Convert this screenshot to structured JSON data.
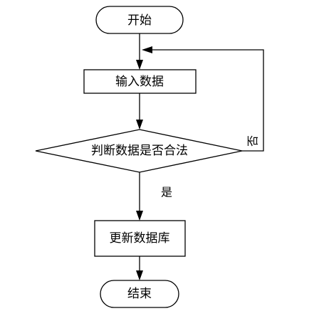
{
  "diagram": {
    "nodes": {
      "start": {
        "label": "开始",
        "shape": "terminal"
      },
      "input": {
        "label": "输入数据",
        "shape": "process"
      },
      "check": {
        "label": "判断数据是否合法",
        "shape": "decision"
      },
      "update": {
        "label": "更新数据库",
        "shape": "process"
      },
      "end": {
        "label": "结束",
        "shape": "terminal"
      }
    },
    "edges": [
      {
        "from": "start",
        "to": "input",
        "label": ""
      },
      {
        "from": "input",
        "to": "check",
        "label": ""
      },
      {
        "from": "check",
        "to": "input",
        "label": "否"
      },
      {
        "from": "check",
        "to": "update",
        "label": "是"
      },
      {
        "from": "update",
        "to": "end",
        "label": ""
      }
    ],
    "edge_labels": {
      "yes": "是",
      "no": "否"
    },
    "colors": {
      "stroke": "#000000",
      "fill": "#ffffff",
      "text": "#000000"
    }
  }
}
